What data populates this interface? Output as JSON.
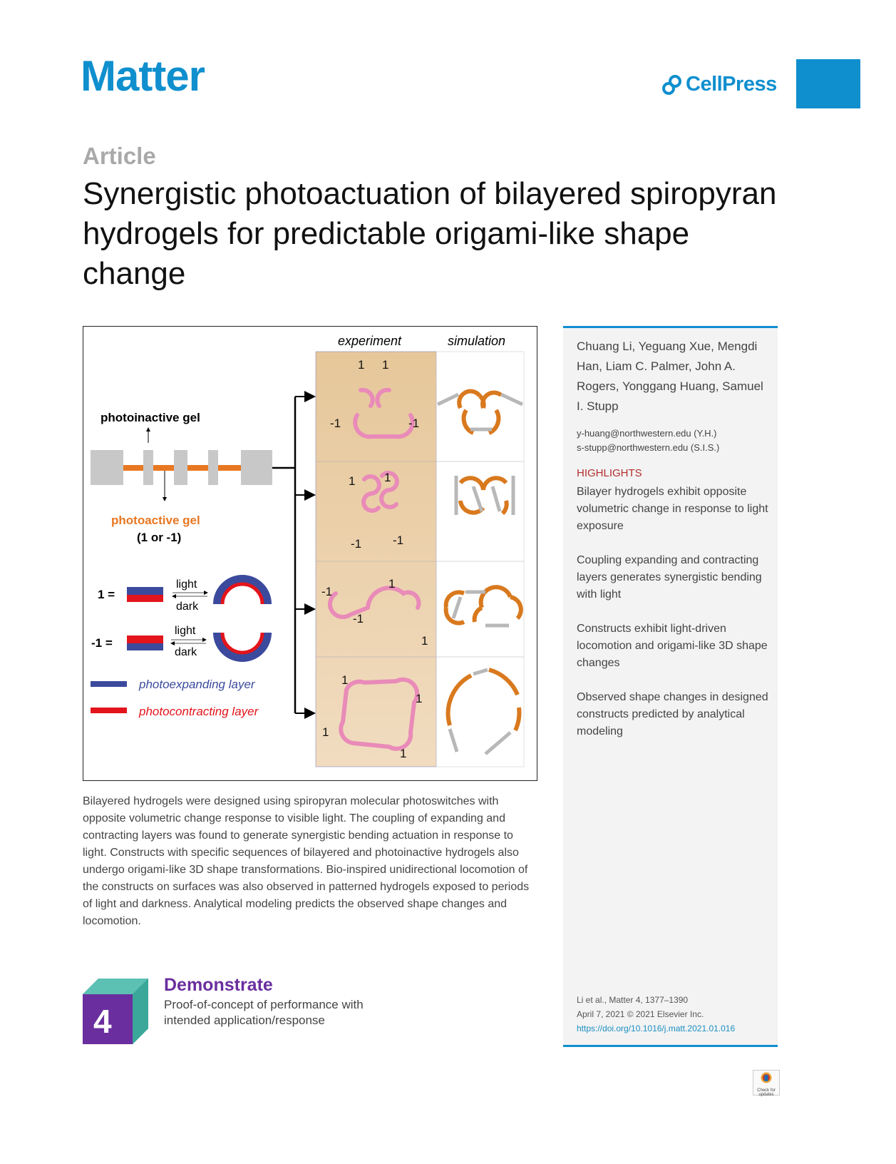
{
  "header": {
    "journal": "Matter",
    "publisher": "CellPress",
    "brand_color": "#0f8fce"
  },
  "article_type": "Article",
  "title": "Synergistic photoactuation of bilayered spiropyran hydrogels for predictable origami-like shape change",
  "figure": {
    "col_experiment": "experiment",
    "col_simulation": "simulation",
    "photoinactive": "photoinactive gel",
    "photoactive": "photoactive gel",
    "photoactive_values": "(1 or -1)",
    "eq1": "1 =",
    "eq_neg1": "-1 =",
    "light": "light",
    "dark": "dark",
    "legend_expanding": "photoexpanding layer",
    "legend_contracting": "photocontracting layer",
    "colors": {
      "photoexpanding": "#3b4a9c",
      "photocontracting": "#e3141b",
      "photoactive": "#e87722",
      "photoinactive": "#c8c8c8"
    },
    "row_labels": [
      [
        "1",
        "1",
        "-1",
        "-1"
      ],
      [
        "1",
        "1",
        "-1",
        "-1"
      ],
      [
        "-1",
        "1",
        "-1",
        "1"
      ],
      [
        "1",
        "1",
        "1",
        "1"
      ]
    ]
  },
  "abstract": "Bilayered hydrogels were designed using spiropyran molecular photoswitches with opposite volumetric change response to visible light. The coupling of expanding and contracting layers was found to generate synergistic bending actuation in response to light. Constructs with specific sequences of bilayered and photoinactive hydrogels also undergo origami-like 3D shape transformations. Bio-inspired unidirectional locomotion of the constructs on surfaces was also observed in patterned hydrogels exposed to periods of light and darkness. Analytical modeling predicts the observed shape changes and locomotion.",
  "sidebar": {
    "authors": "Chuang Li, Yeguang Xue, Mengdi Han, Liam C. Palmer, John A. Rogers, Yonggang Huang, Samuel I. Stupp",
    "emails": [
      "y-huang@northwestern.edu (Y.H.)",
      "s-stupp@northwestern.edu (S.I.S.)"
    ],
    "highlights_title": "HIGHLIGHTS",
    "highlights": [
      "Bilayer hydrogels exhibit opposite volumetric change in response to light exposure",
      "Coupling expanding and contracting layers generates synergistic bending with light",
      "Constructs exhibit light-driven locomotion and origami-like 3D shape changes",
      "Observed shape changes in designed constructs predicted by analytical modeling"
    ],
    "citation": "Li et al., Matter 4, 1377–1390",
    "date": "April 7, 2021 © 2021 Elsevier Inc.",
    "doi": "https://doi.org/10.1016/j.matt.2021.01.016"
  },
  "progress_badge": {
    "number": "4",
    "title": "Demonstrate",
    "description": "Proof-of-concept of performance with intended application/response",
    "color": "#6a2e9e"
  },
  "crossmark": "Check for updates"
}
